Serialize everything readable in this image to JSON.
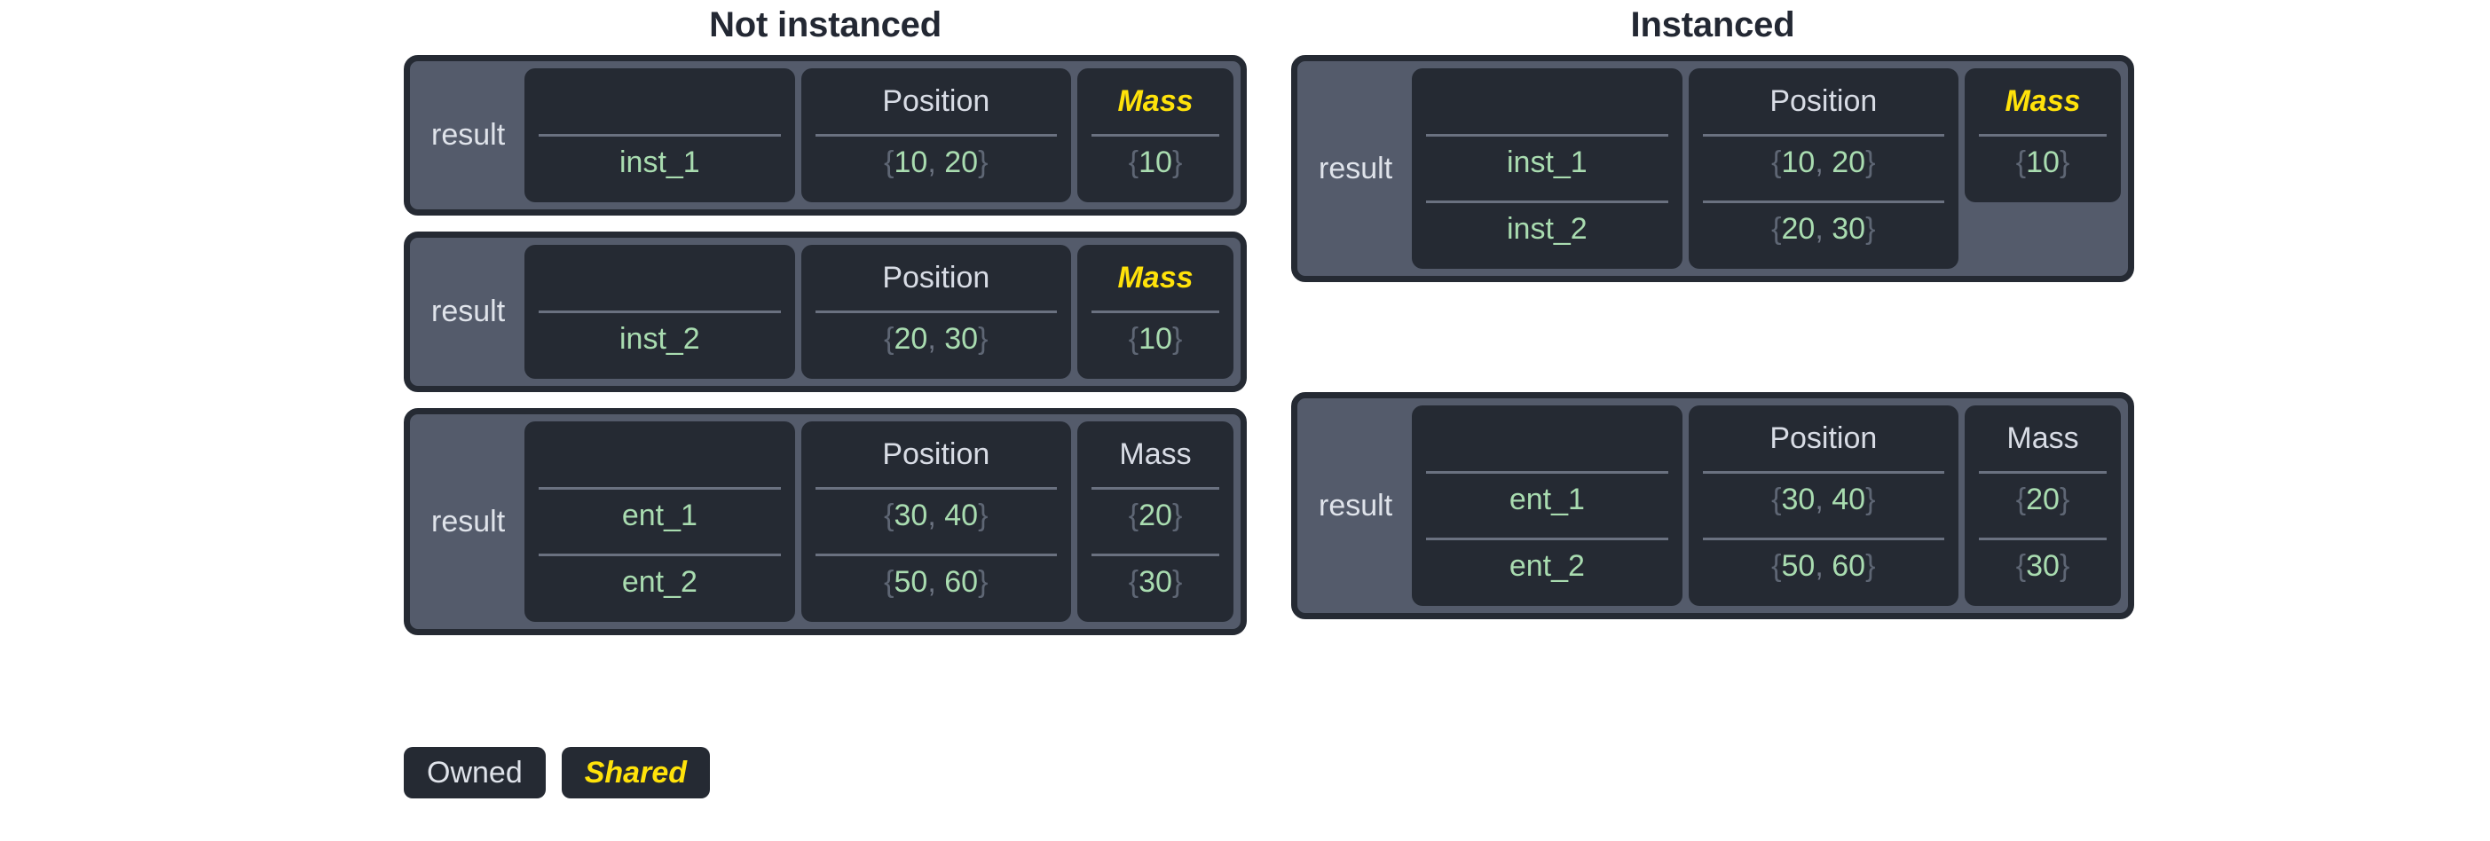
{
  "colors": {
    "page_background": "#ffffff",
    "panel_fill": "#545b6b",
    "panel_border": "#252a33",
    "card_fill": "#252a33",
    "owned_text": "#dfe3ea",
    "shared_text": "#ffe20a",
    "value_text": "#a9dcb0",
    "brace_text": "#5e6674",
    "divider": "#6a7180",
    "title_text": "#232833"
  },
  "columns": [
    {
      "title": "Not instanced",
      "panels": [
        {
          "label": "result",
          "columns": [
            {
              "header": "",
              "ownership": "owned",
              "cells": [
                "inst_1"
              ],
              "type": "entity"
            },
            {
              "header": "Position",
              "ownership": "owned",
              "cells": [
                "{10, 20}"
              ],
              "type": "value"
            },
            {
              "header": "Mass",
              "ownership": "shared",
              "cells": [
                "{10}"
              ],
              "type": "value",
              "narrow": true
            }
          ]
        },
        {
          "label": "result",
          "columns": [
            {
              "header": "",
              "ownership": "owned",
              "cells": [
                "inst_2"
              ],
              "type": "entity"
            },
            {
              "header": "Position",
              "ownership": "owned",
              "cells": [
                "{20, 30}"
              ],
              "type": "value"
            },
            {
              "header": "Mass",
              "ownership": "shared",
              "cells": [
                "{10}"
              ],
              "type": "value",
              "narrow": true
            }
          ]
        },
        {
          "label": "result",
          "columns": [
            {
              "header": "",
              "ownership": "owned",
              "cells": [
                "ent_1",
                "ent_2"
              ],
              "type": "entity"
            },
            {
              "header": "Position",
              "ownership": "owned",
              "cells": [
                "{30, 40}",
                "{50, 60}"
              ],
              "type": "value"
            },
            {
              "header": "Mass",
              "ownership": "owned",
              "cells": [
                "{20}",
                "{30}"
              ],
              "type": "value",
              "narrow": true
            }
          ]
        }
      ]
    },
    {
      "title": "Instanced",
      "panels": [
        {
          "label": "result",
          "columns": [
            {
              "header": "",
              "ownership": "owned",
              "cells": [
                "inst_1",
                "inst_2"
              ],
              "type": "entity"
            },
            {
              "header": "Position",
              "ownership": "owned",
              "cells": [
                "{10, 20}",
                "{20, 30}"
              ],
              "type": "value"
            },
            {
              "header": "Mass",
              "ownership": "shared",
              "cells": [
                "{10}"
              ],
              "type": "value",
              "narrow": true
            }
          ]
        },
        {
          "label": "result",
          "columns": [
            {
              "header": "",
              "ownership": "owned",
              "cells": [
                "ent_1",
                "ent_2"
              ],
              "type": "entity"
            },
            {
              "header": "Position",
              "ownership": "owned",
              "cells": [
                "{30, 40}",
                "{50, 60}"
              ],
              "type": "value"
            },
            {
              "header": "Mass",
              "ownership": "owned",
              "cells": [
                "{20}",
                "{30}"
              ],
              "type": "value",
              "narrow": true
            }
          ]
        }
      ]
    }
  ],
  "legend": [
    {
      "label": "Owned",
      "ownership": "owned"
    },
    {
      "label": "Shared",
      "ownership": "shared"
    }
  ]
}
